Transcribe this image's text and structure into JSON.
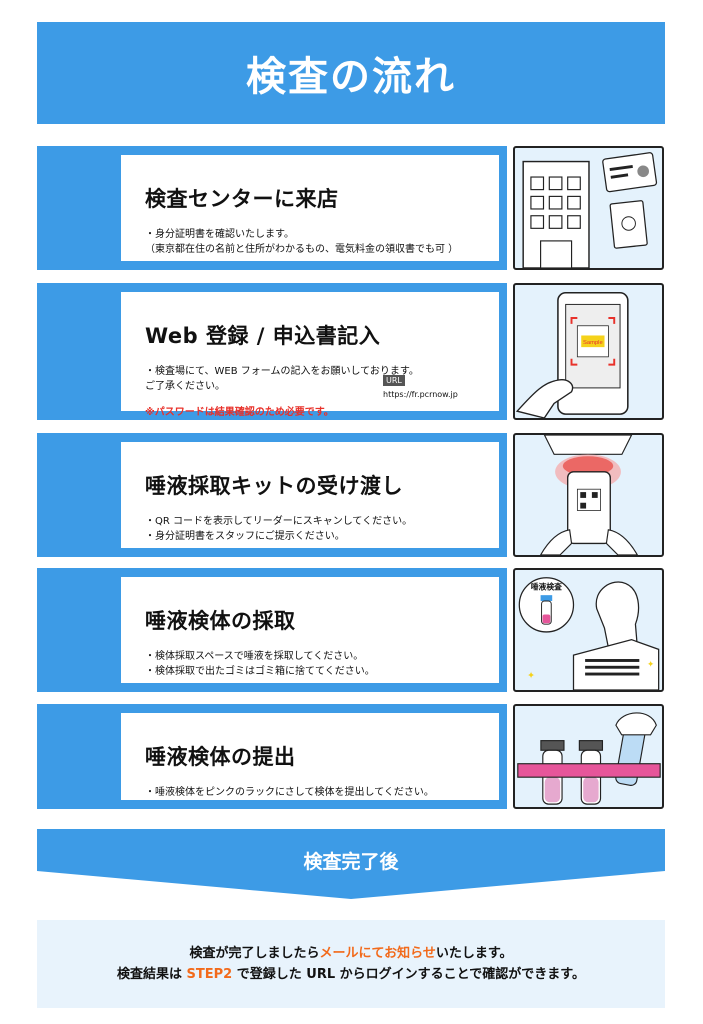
{
  "header": {
    "title": "検査の流れ"
  },
  "steps": [
    {
      "title": "検査センターに来店",
      "lines": [
        "・身分証明書を確認いたします。",
        "（東京都在住の名前と住所がわかるもの、電気料金の領収書でも可 ）"
      ]
    },
    {
      "title": "Web 登録 / 申込書記入",
      "lines": [
        "・検査場にて、WEB フォームの記入をお願いしております。",
        "ご了承ください。"
      ],
      "warning": "※パスワードは結果確認のため必要です。",
      "url_label": "URL",
      "url": "https://fr.pcrnow.jp"
    },
    {
      "title": "唾液採取キットの受け渡し",
      "lines": [
        "・QR コードを表示してリーダーにスキャンしてください。",
        "・身分証明書をスタッフにご提示ください。"
      ]
    },
    {
      "title": "唾液検体の採取",
      "lines": [
        "・検体採取スペースで唾液を採取してください。",
        "・検体採取で出たゴミはゴミ箱に捨ててください。"
      ]
    },
    {
      "title": "唾液検体の提出",
      "lines": [
        "・唾液検体をピンクのラックにさして検体を提出してください。"
      ]
    }
  ],
  "illustrations": {
    "phone_sample": "Sample",
    "saliva_label": "唾液検査"
  },
  "after": {
    "label": "検査完了後"
  },
  "notice": {
    "line1_a": "検査が完了しましたら",
    "line1_hl": "メールにてお知らせ",
    "line1_b": "いたします。",
    "line2_a": "検査結果は",
    "line2_hl": "STEP2",
    "line2_b": "で登録した URL からログインすることで確認ができます。"
  },
  "colors": {
    "primary": "#3d9be6",
    "accent": "#f26a1b",
    "warning": "#e8312a",
    "rack": "#e6569a"
  }
}
